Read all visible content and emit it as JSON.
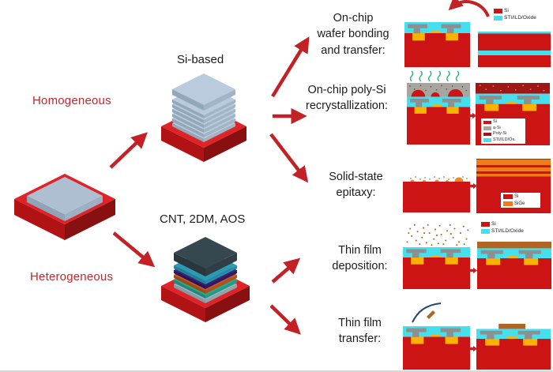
{
  "palette": {
    "si_red": "#cc1414",
    "oxide_cyan": "#45e0ee",
    "gate_gray": "#8f8f8f",
    "contact_orange": "#ffb100",
    "sige_orange": "#ef7b1a",
    "a_si_gray": "#a8a49e",
    "poly_si_red": "#9e1616",
    "film_brown": "#b26422",
    "arrow_red": "#c32126",
    "heat_green": "#2fae7e",
    "label_red": "#c2282d",
    "text_black": "#1c1c1c"
  },
  "branches": {
    "homogeneous": {
      "label": "Homogeneous"
    },
    "heterogeneous": {
      "label": "Heterogeneous"
    }
  },
  "stacks": {
    "si_based": {
      "label": "Si-based"
    },
    "hetero": {
      "label": "CNT, 2DM, AOS"
    }
  },
  "techniques": [
    {
      "id": "wafer-bonding",
      "label": "On-chip\nwafer bonding\nand transfer:",
      "legend": [
        {
          "label": "Si",
          "color": "#cc1414"
        },
        {
          "label": "STI/ILD/Oxide",
          "color": "#45e0ee"
        }
      ]
    },
    {
      "id": "poly-si-recrystallization",
      "label": "On-chip poly-Si\nrecrystallization:",
      "legend": [
        {
          "label": "Si",
          "color": "#cc1414"
        },
        {
          "label": "a-Si",
          "color": "#a8a49e"
        },
        {
          "label": "Poly-Si",
          "color": "#9e1616"
        },
        {
          "label": "STI/ILD/Ox.",
          "color": "#45e0ee"
        }
      ]
    },
    {
      "id": "solid-state-epitaxy",
      "label": "Solid-state\nepitaxy:",
      "legend": [
        {
          "label": "Si",
          "color": "#cc1414"
        },
        {
          "label": "SiGe",
          "color": "#ef7b1a"
        }
      ]
    },
    {
      "id": "thin-film-deposition",
      "label": "Thin film\ndeposition:",
      "legend": [
        {
          "label": "Si",
          "color": "#cc1414"
        },
        {
          "label": "STI/ILD/Oxide",
          "color": "#45e0ee"
        }
      ]
    },
    {
      "id": "thin-film-transfer",
      "label": "Thin film\ntransfer:",
      "legend": []
    }
  ]
}
